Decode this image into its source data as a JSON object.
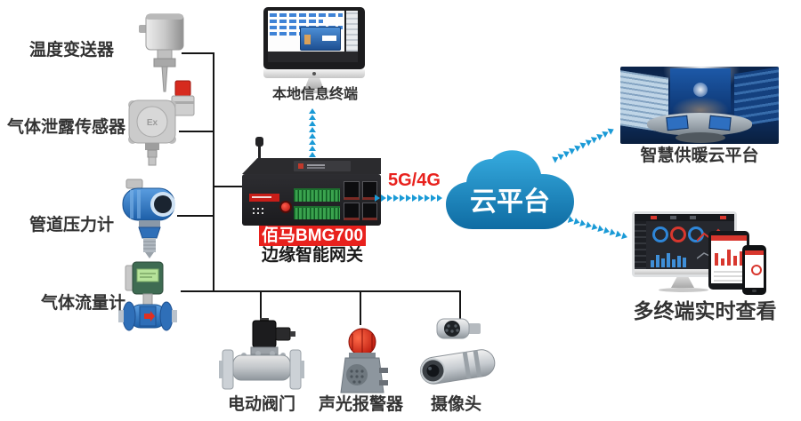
{
  "diagram": {
    "sensors": [
      {
        "label": "温度变送器"
      },
      {
        "label": "气体泄露传感器",
        "marking": "Ex"
      },
      {
        "label": "管道压力计"
      },
      {
        "label": "气体流量计"
      }
    ],
    "local_terminal": {
      "label": "本地信息终端"
    },
    "gateway": {
      "brand": "佰马BMG700",
      "name": "边缘智能网关"
    },
    "link": {
      "label": "5G/4G"
    },
    "cloud": {
      "label": "云平台"
    },
    "right_targets": [
      {
        "label": "智慧供暖云平台"
      },
      {
        "label": "多终端实时查看"
      }
    ],
    "actuators": [
      {
        "label": "电动阀门"
      },
      {
        "label": "声光报警器"
      },
      {
        "label": "摄像头"
      }
    ],
    "colors": {
      "arrow_blue": "#1a9ad6",
      "accent_red": "#e8211d",
      "line_black": "#151515",
      "cloud_top": "#36abdf",
      "cloud_bottom": "#0f6ca3"
    }
  }
}
